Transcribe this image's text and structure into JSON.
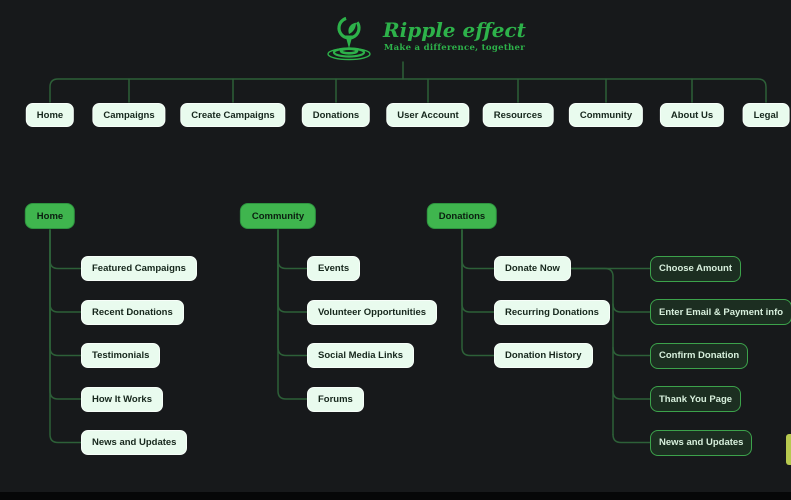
{
  "logo": {
    "icon": "ripple-plant-icon",
    "title": "Ripple effect",
    "tagline": "Make a difference, together"
  },
  "top_nav": {
    "items": [
      {
        "label": "Home"
      },
      {
        "label": "Campaigns"
      },
      {
        "label": "Create Campaigns"
      },
      {
        "label": "Donations"
      },
      {
        "label": "User Account"
      },
      {
        "label": "Resources"
      },
      {
        "label": "Community"
      },
      {
        "label": "About Us"
      },
      {
        "label": "Legal"
      }
    ]
  },
  "subtrees": {
    "home": {
      "label": "Home",
      "children": [
        {
          "label": "Featured Campaigns"
        },
        {
          "label": "Recent Donations"
        },
        {
          "label": "Testimonials"
        },
        {
          "label": "How It Works"
        },
        {
          "label": "News and Updates"
        }
      ]
    },
    "community": {
      "label": "Community",
      "children": [
        {
          "label": "Events"
        },
        {
          "label": "Volunteer Opportunities"
        },
        {
          "label": "Social Media Links"
        },
        {
          "label": "Forums"
        }
      ]
    },
    "donations": {
      "label": "Donations",
      "children": [
        {
          "label": "Donate Now",
          "children": [
            {
              "label": "Choose Amount"
            },
            {
              "label": "Enter Email & Payment info"
            },
            {
              "label": "Confirm Donation"
            },
            {
              "label": "Thank You Page"
            },
            {
              "label": "News and Updates"
            }
          ]
        },
        {
          "label": "Recurring Donations"
        },
        {
          "label": "Donation History"
        }
      ]
    }
  },
  "colors": {
    "background": "#17191b",
    "node_light_fill": "#e9fbee",
    "node_green_fill": "#3fb54e",
    "node_dark_fill": "#1c2e21",
    "node_dark_border": "#3ca24b",
    "connector": "#2d6038",
    "logo_green": "#2db24a",
    "edge_sliver": "#b7c94f"
  }
}
